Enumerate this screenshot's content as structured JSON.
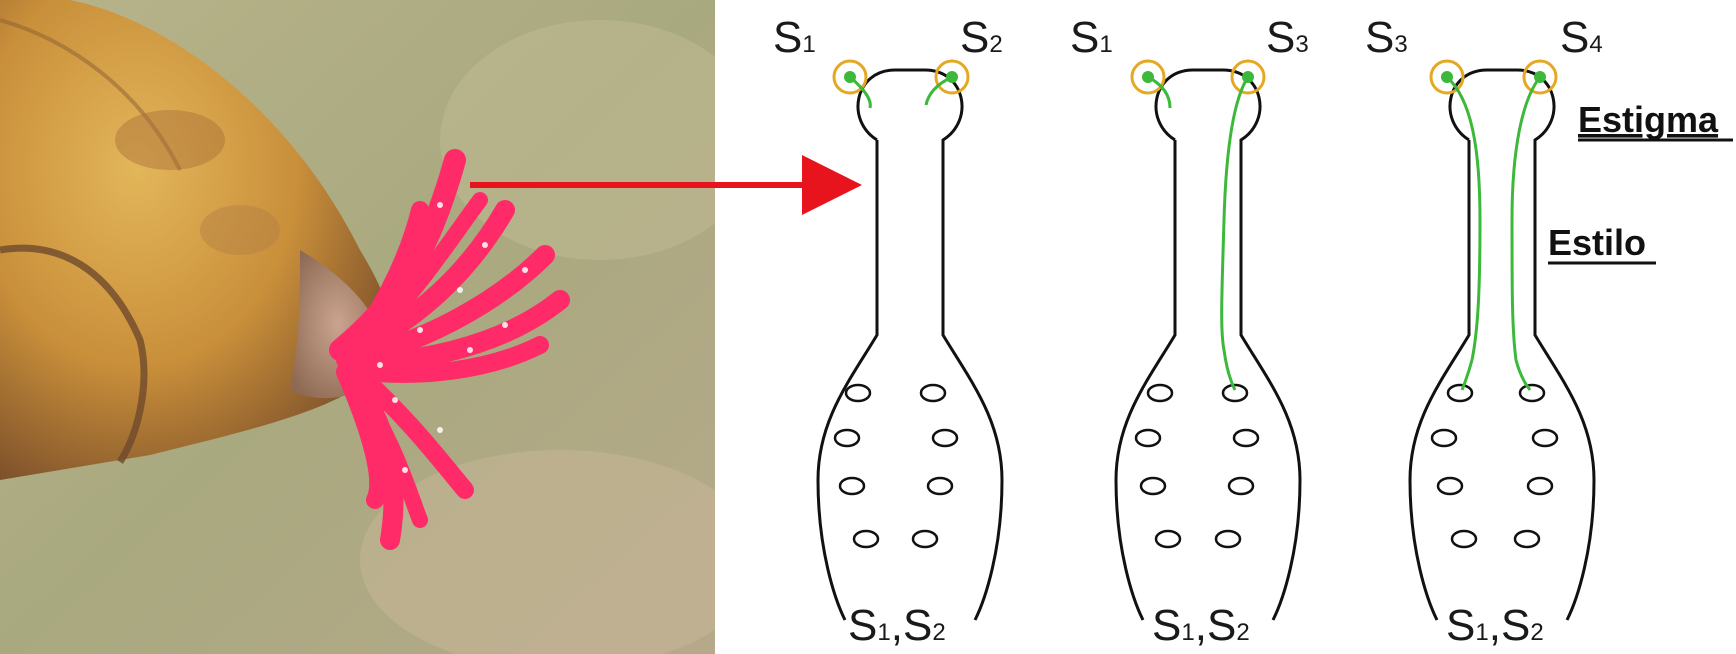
{
  "photo": {
    "subject": "hazelnut female flower bud with red stigmas"
  },
  "colors": {
    "arrow": "#e8141d",
    "tube": "#3cb83a",
    "pollen_ring": "#e5a823",
    "outline": "#111111",
    "stigma": "#ff2a68"
  },
  "pistils": [
    {
      "top_left": {
        "base": "S",
        "sub": "1"
      },
      "top_right": {
        "base": "S",
        "sub": "2"
      },
      "bottom": {
        "b1": "S",
        "s1": "1",
        "comma": ",",
        "b2": "S",
        "s2": "2"
      },
      "tubes": "both stop in stigma"
    },
    {
      "top_left": {
        "base": "S",
        "sub": "1"
      },
      "top_right": {
        "base": "S",
        "sub": "3"
      },
      "bottom": {
        "b1": "S",
        "s1": "1",
        "comma": ",",
        "b2": "S",
        "s2": "2"
      },
      "tubes": "S3 tube reaches ovule"
    },
    {
      "top_left": {
        "base": "S",
        "sub": "3"
      },
      "top_right": {
        "base": "S",
        "sub": "4"
      },
      "bottom": {
        "b1": "S",
        "s1": "1",
        "comma": ",",
        "b2": "S",
        "s2": "2"
      },
      "tubes": "both tubes reach ovules"
    }
  ],
  "labels": {
    "stigma": "Estigma",
    "style": "Estilo"
  }
}
